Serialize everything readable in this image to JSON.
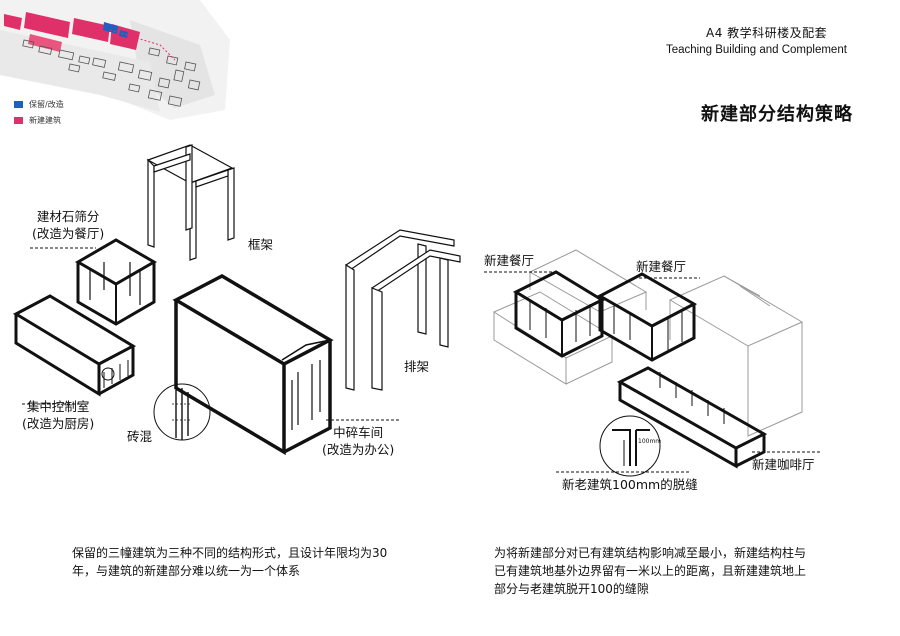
{
  "header": {
    "code_title": "A4  教学科研楼及配套",
    "english_title": "Teaching Building and Complement",
    "section_title": "新建部分结构策略"
  },
  "legend": {
    "items": [
      {
        "label": "保留/改造",
        "color": "#1f5fbf"
      },
      {
        "label": "新建建筑",
        "color": "#e0306a"
      }
    ]
  },
  "left_diagram": {
    "frame_label": "框架",
    "bent_label": "排架",
    "brick_label": "砖混",
    "building_a": [
      "建材石筛分",
      "(改造为餐厅)"
    ],
    "building_b": [
      "集中控制室",
      "(改造为厨房)"
    ],
    "building_c": [
      "中碎车间",
      "(改造为办公)"
    ]
  },
  "right_diagram": {
    "dining_1": "新建餐厅",
    "dining_2": "新建餐厅",
    "cafe": "新建咖啡厅",
    "gap_caption": "新老建筑100mm的脱缝",
    "dimension_label": "100mm"
  },
  "notes": {
    "left": [
      "保留的三幢建筑为三种不同的结构形式，且设计年限均为30",
      "年，与建筑的新建部分难以统一为一个体系"
    ],
    "right": [
      "为将新建部分对已有建筑结构影响减至最小，新建结构柱与",
      "已有建筑地基外边界留有一米以上的距离，且新建建筑地上",
      "部分与老建筑脱开100的缝隙"
    ]
  }
}
